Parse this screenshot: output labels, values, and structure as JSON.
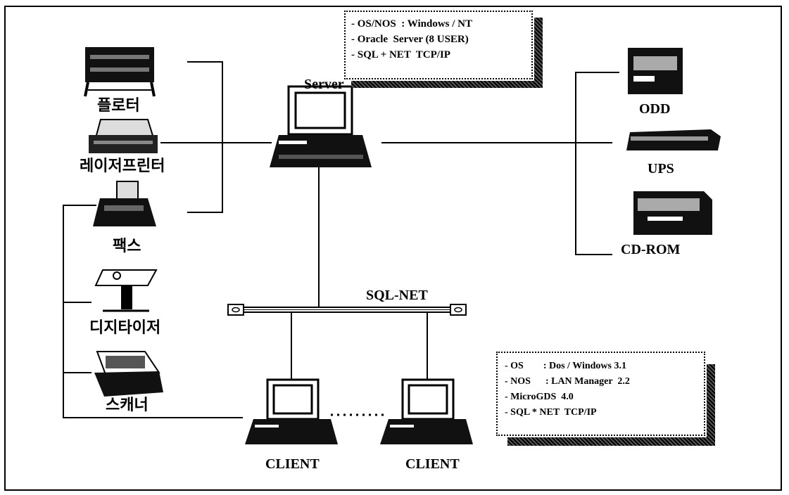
{
  "server": {
    "label": "Server",
    "notes": [
      "- OS/NOS  : Windows / NT",
      "- Oracle  Server (8 USER)",
      "- SQL + NET  TCP/IP"
    ]
  },
  "network": {
    "label": "SQL-NET"
  },
  "left_devices": [
    "플로터",
    "레이저프린터",
    "팩스",
    "디지타이저",
    "스캐너"
  ],
  "right_devices": [
    "ODD",
    "UPS",
    "CD-ROM"
  ],
  "clients": [
    "CLIENT",
    "CLIENT"
  ],
  "client_notes": [
    "- OS        : Dos / Windows 3.1",
    "- NOS      : LAN Manager  2.2",
    "- MicroGDS  4.0",
    "- SQL * NET  TCP/IP"
  ]
}
